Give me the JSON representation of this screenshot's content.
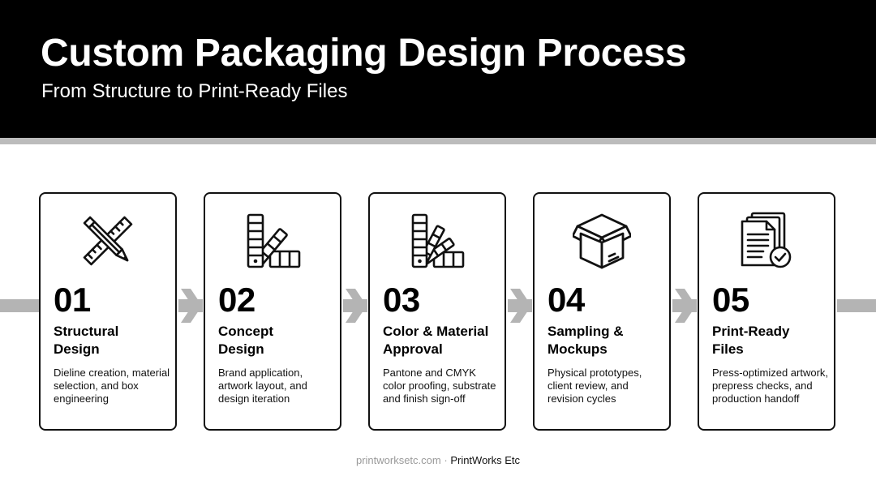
{
  "header": {
    "title": "Custom Packaging Design Process",
    "subtitle": "From Structure to Print-Ready Files"
  },
  "steps": [
    {
      "number": "01",
      "name": "Structural\nDesign",
      "description": "Dieline creation, material selection, and box engineering",
      "icon": "ruler-pencil-icon"
    },
    {
      "number": "02",
      "name": "Concept\nDesign",
      "description": "Brand application, artwork layout, and design iteration",
      "icon": "color-swatch-icon"
    },
    {
      "number": "03",
      "name": "Color & Material\nApproval",
      "description": "Pantone and CMYK color proofing, substrate and finish sign-off",
      "icon": "color-fan-icon"
    },
    {
      "number": "04",
      "name": "Sampling &\nMockups",
      "description": "Physical prototypes, client review, and revision cycles",
      "icon": "open-box-icon"
    },
    {
      "number": "05",
      "name": "Print-Ready\nFiles",
      "description": "Press-optimized artwork, prepress checks, and production handoff",
      "icon": "document-check-icon"
    }
  ],
  "footer": {
    "url": "printworksetc.com",
    "separator": "·",
    "brand": "PrintWorks Etc"
  },
  "colors": {
    "header_bg": "#000000",
    "header_rule": "#bcbcbc",
    "flow_line": "#b4b4b4",
    "card_border": "#111111",
    "footer_muted": "#9a9a9a"
  }
}
